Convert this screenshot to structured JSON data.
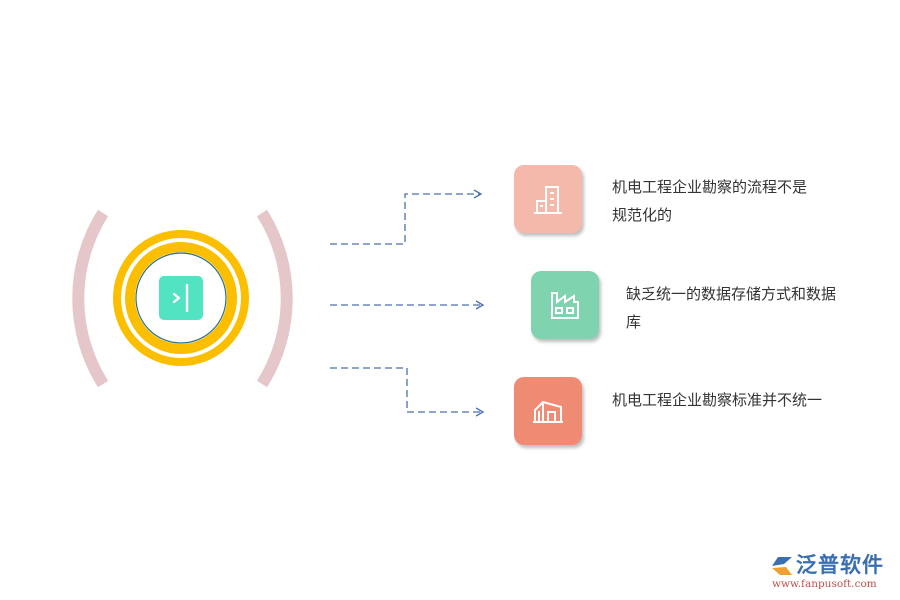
{
  "diagram": {
    "center_icon": "expand-panel-icon",
    "items": [
      {
        "icon": "building-icon",
        "color": "#f4b9aa",
        "text": "机电工程企业勘察的流程不是规范化的",
        "line1": "机电工程企业勘察的流程不是",
        "line2": "规范化的"
      },
      {
        "icon": "factory-icon",
        "color": "#7fd3ae",
        "text": "缺乏统一的数据存储方式和数据库",
        "line1": "缺乏统一的数据存储方式和数据",
        "line2": "库"
      },
      {
        "icon": "warehouse-icon",
        "color": "#f08b73",
        "text": "机电工程企业勘察标准并不统一",
        "line1": "机电工程企业勘察标准并不统一",
        "line2": ""
      }
    ],
    "colors": {
      "bracket": "#e6c7c9",
      "ring": "#fbbf00",
      "inner_border": "#2e6e7a",
      "center_square": "#52e3c2",
      "connector": "#4a72aa"
    }
  },
  "logo": {
    "title": "泛普软件",
    "url": "www.fanpusoft.com"
  }
}
